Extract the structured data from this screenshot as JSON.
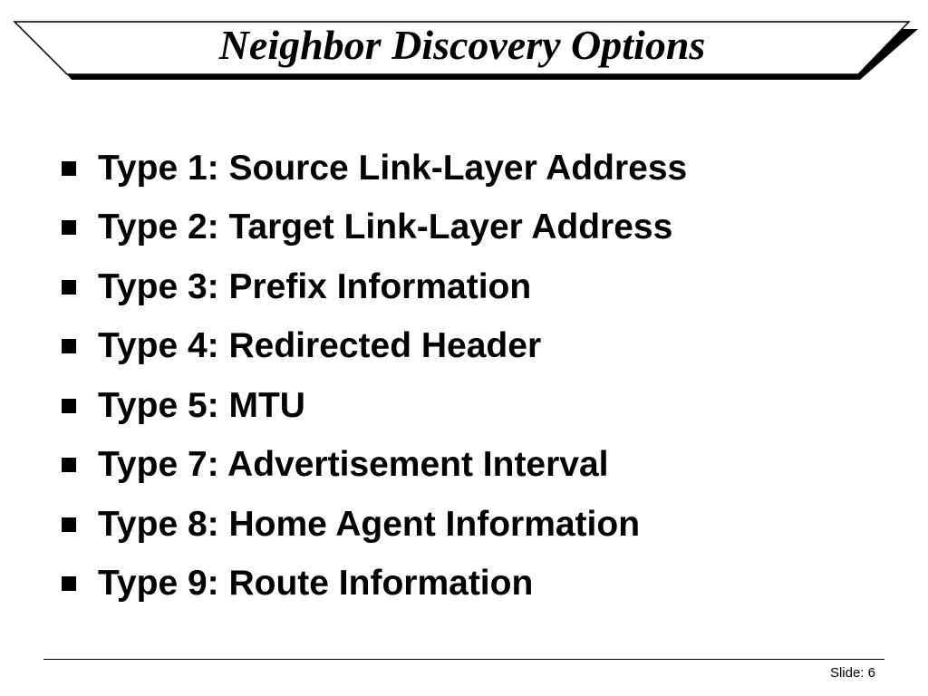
{
  "slide": {
    "title": "Neighbor Discovery Options",
    "bullets": [
      {
        "text": "Type 1: Source Link-Layer Address"
      },
      {
        "text": "Type 2: Target Link-Layer Address"
      },
      {
        "text": "Type 3: Prefix Information"
      },
      {
        "text": "Type 4: Redirected Header"
      },
      {
        "text": "Type 5: MTU"
      },
      {
        "text": "Type 7: Advertisement Interval"
      },
      {
        "text": "Type 8: Home Agent Information"
      },
      {
        "text": "Type 9: Route Information"
      }
    ],
    "footer": {
      "slide_label": "Slide: 6"
    }
  },
  "colors": {
    "text": "#000000",
    "background": "#ffffff",
    "banner_shadow": "#000000"
  }
}
